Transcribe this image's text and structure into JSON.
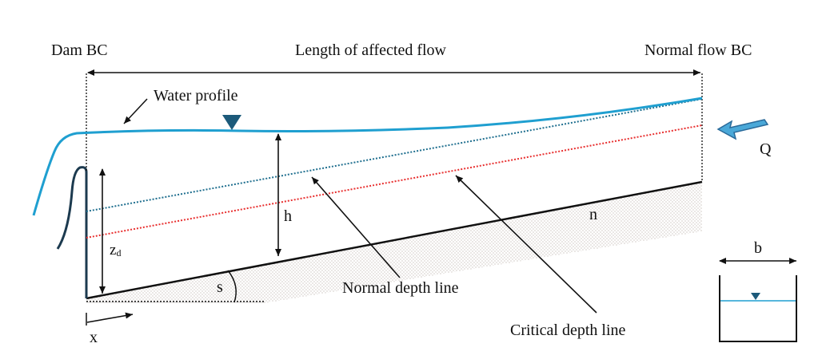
{
  "labels": {
    "dam_bc": "Dam BC",
    "length": "Length of affected flow",
    "normal_bc": "Normal flow BC",
    "water_profile": "Water profile",
    "q": "Q",
    "h": "h",
    "zd_main": "z",
    "zd_sub": "d",
    "s": "s",
    "n": "n",
    "x": "x",
    "normal_depth": "Normal depth line",
    "critical_depth": "Critical depth line",
    "b": "b"
  },
  "colors": {
    "water": "#1f9fd0",
    "normal_depth": "#1f6f8f",
    "critical_depth": "#e83030",
    "dam": "#1c3a4f",
    "marker": "#1c5a7a",
    "q_arrow_fill": "#4aa8d8",
    "q_arrow_stroke": "#2a6a9a",
    "bed_dots": "#9a8a80",
    "ink": "#111111"
  },
  "icons": {
    "water_surface": "inverted-triangle-icon",
    "inflow": "block-arrow-left-icon"
  }
}
